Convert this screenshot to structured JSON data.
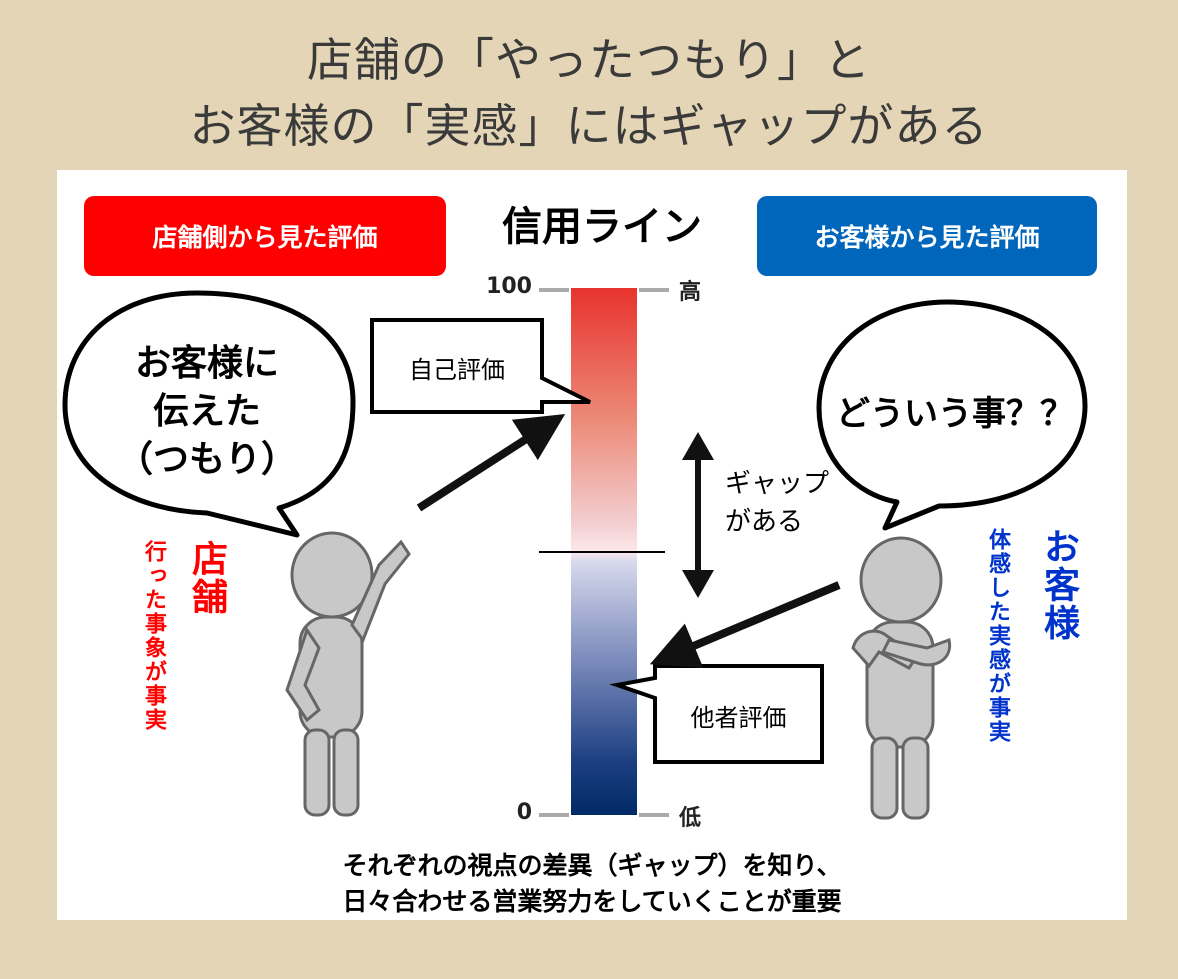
{
  "title": {
    "line1": "店舗の「やったつもり」と",
    "line2": "お客様の「実感」にはギャップがある"
  },
  "badges": {
    "store": "店舗側から見た評価",
    "customer": "お客様から見た評価"
  },
  "scale": {
    "title": "信用ライン",
    "top_value": "100",
    "top_label": "高",
    "bottom_value": "0",
    "bottom_label": "低",
    "top_color": "#e8332e",
    "bottom_color": "#002a66"
  },
  "store_bubble": {
    "line1": "お客様に",
    "line2": "伝えた",
    "line3": "（つもり）"
  },
  "customer_bubble": {
    "text": "どういう事？？"
  },
  "self_eval": "自己評価",
  "other_eval": "他者評価",
  "gap": {
    "line1": "ギャップ",
    "line2": "がある"
  },
  "store_side": {
    "name": "店舗",
    "caption": "行った事象が事実",
    "color": "#ff0000"
  },
  "customer_side": {
    "name": "お客様",
    "caption": "体感した実感が事実",
    "color": "#0033cc"
  },
  "footer": {
    "line1": "それぞれの視点の差異（ギャップ）を知り、",
    "line2": "日々合わせる営業努力をしていくことが重要"
  }
}
